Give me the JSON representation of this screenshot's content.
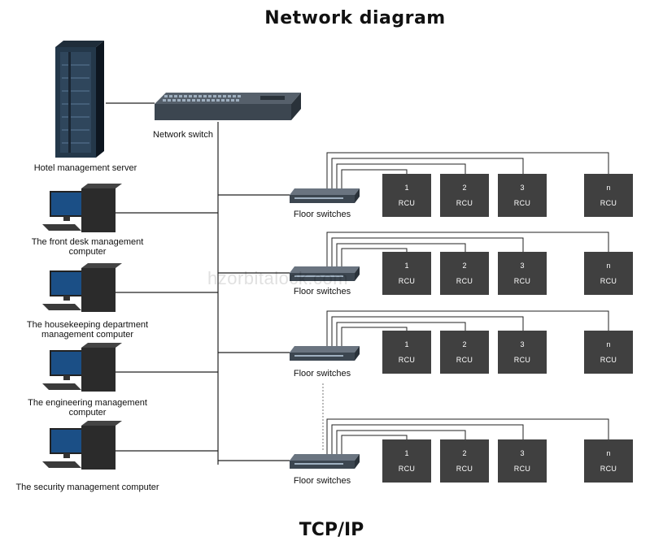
{
  "title": "Network diagram",
  "footer": "TCP/IP",
  "watermark": "hzorbitalock.com",
  "server_label": "Hotel management server",
  "network_switch_label": "Network switch",
  "computers": [
    {
      "line1": "The front desk management",
      "line2": "computer"
    },
    {
      "line1": "The housekeeping department",
      "line2": "management computer"
    },
    {
      "line1": "The engineering management",
      "line2": "computer"
    },
    {
      "line1": "The security management computer",
      "line2": ""
    }
  ],
  "floor_switch_label": "Floor switches",
  "rcu_label": "RCU",
  "rcu_numbers": [
    "1",
    "2",
    "3",
    "n"
  ],
  "colors": {
    "device": "#404040",
    "line": "#222222"
  }
}
